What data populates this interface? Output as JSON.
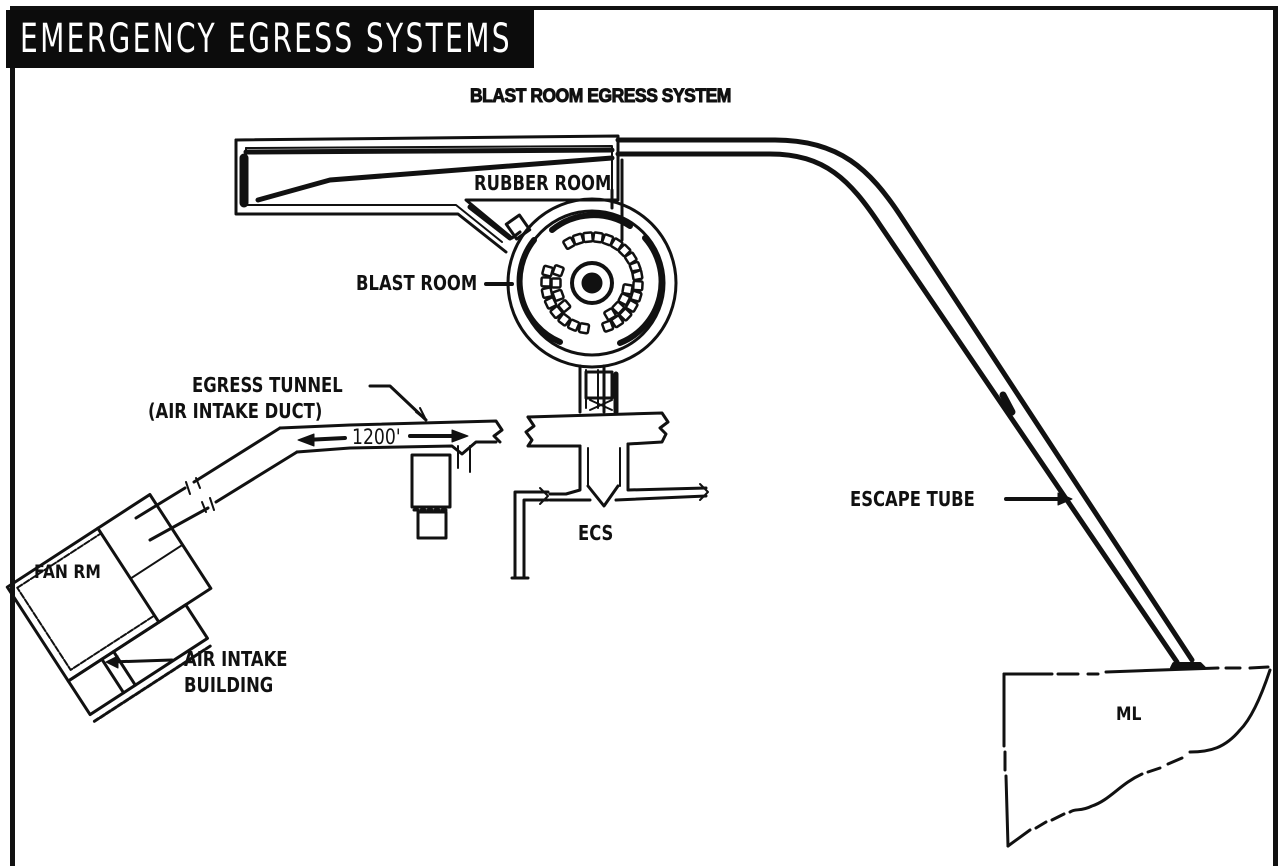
{
  "header": {
    "title": "EMERGENCY EGRESS SYSTEMS",
    "subtitle": "BLAST ROOM EGRESS SYSTEM"
  },
  "labels": {
    "rubber_room": "RUBBER ROOM",
    "blast_room": "BLAST ROOM",
    "egress_tunnel_line1": "EGRESS TUNNEL",
    "egress_tunnel_line2": "(AIR INTAKE DUCT)",
    "tunnel_length": "1200'",
    "ecs": "ECS",
    "escape_tube": "ESCAPE TUBE",
    "fan_room": "FAN RM",
    "air_intake_line1": "AIR INTAKE",
    "air_intake_line2": "BUILDING",
    "ml": "ML"
  },
  "colors": {
    "ink": "#111111",
    "paper": "#ffffff",
    "title_bg": "#0c0c0c"
  }
}
